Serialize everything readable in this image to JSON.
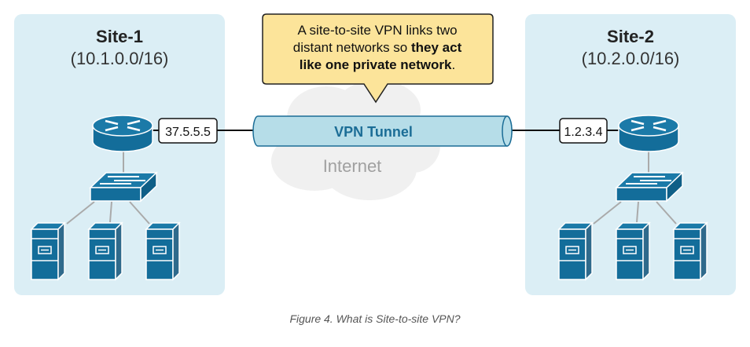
{
  "site1": {
    "title": "Site-1",
    "subnet": "(10.1.0.0/16)",
    "public_ip": "37.5.5.5"
  },
  "site2": {
    "title": "Site-2",
    "subnet": "(10.2.0.0/16)",
    "public_ip": "1.2.3.4"
  },
  "callout": {
    "line1": "A site-to-site VPN links two",
    "line2_normal": "distant networks so ",
    "line2_bold": "they act",
    "line3_bold": "like one private network",
    "line3_end": "."
  },
  "tunnel": {
    "label": "VPN Tunnel"
  },
  "cloud": {
    "label": "Internet"
  },
  "caption": "Figure 4. What is Site-to-site VPN?",
  "colors": {
    "panel": "#dbeef5",
    "device": "#136d9a",
    "tunnel": "#b6dde8",
    "callout": "#fce49a"
  }
}
